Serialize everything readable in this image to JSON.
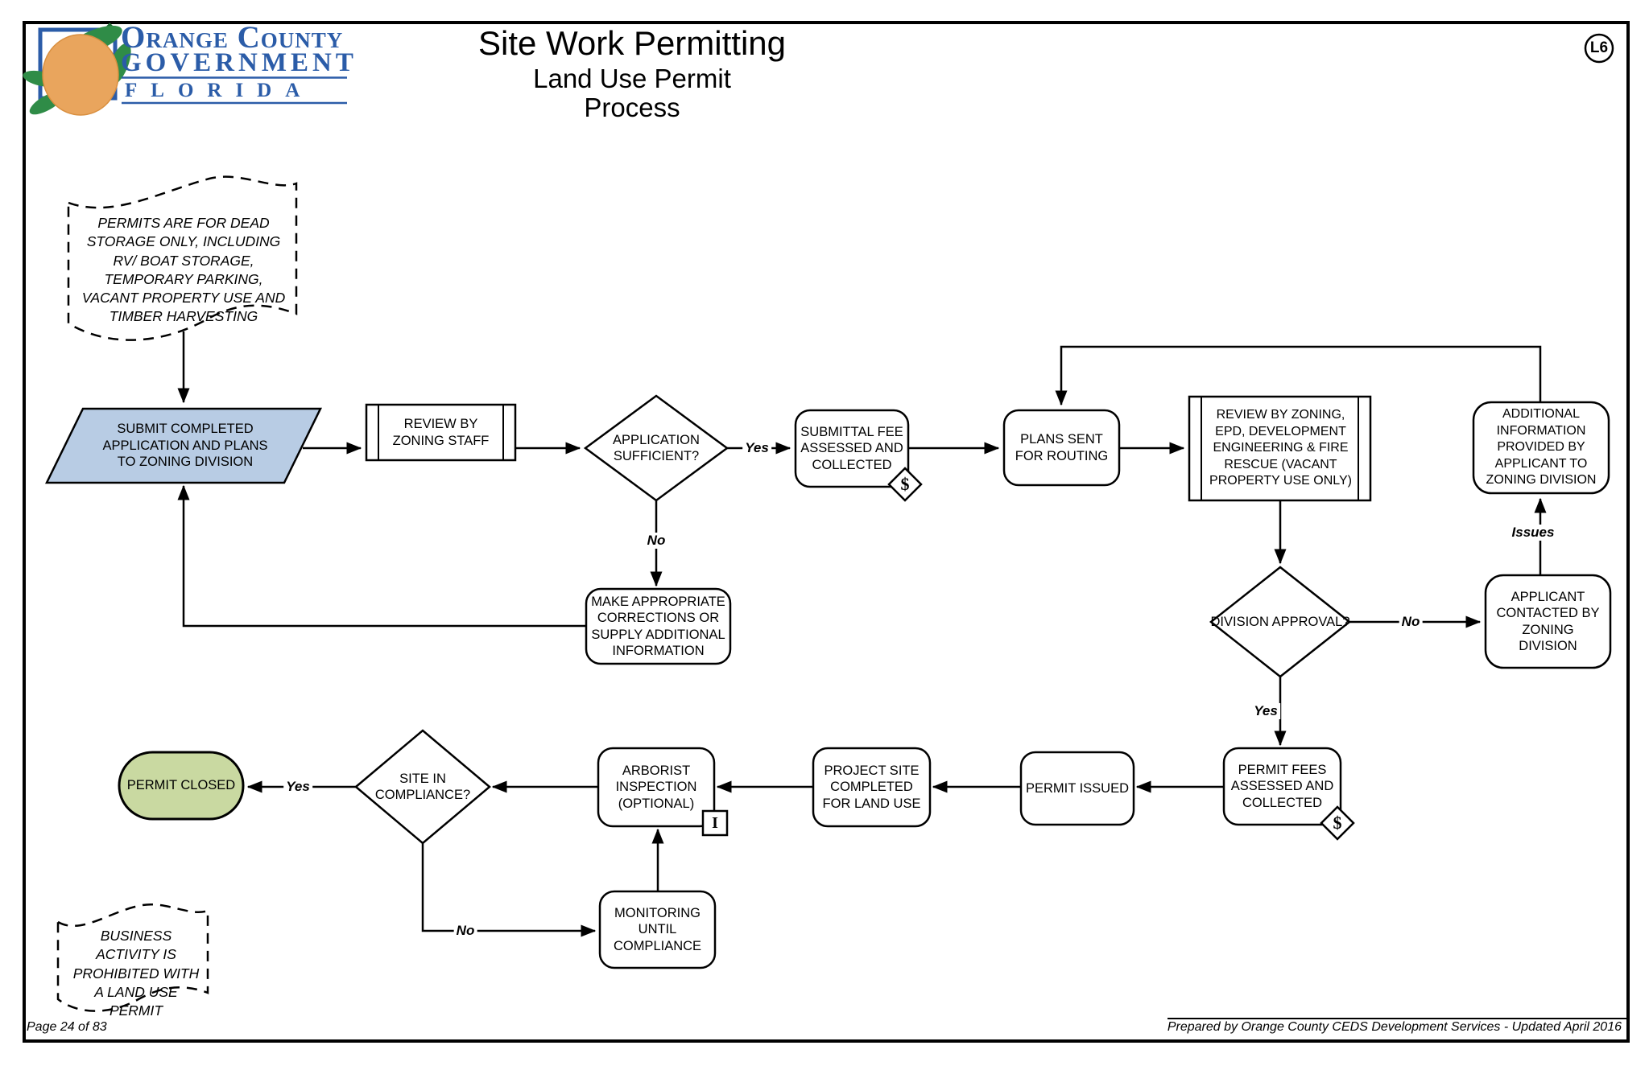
{
  "header": {
    "logo": {
      "line1": "Orange County",
      "line2": "GOVERNMENT",
      "line3": "FLORIDA"
    },
    "title": "Site Work Permitting",
    "subtitle": "Land Use Permit",
    "subtitle2": "Process",
    "sheet_ref": "L6"
  },
  "annotations": {
    "top_note": "PERMITS ARE FOR DEAD STORAGE ONLY, INCLUDING RV/ BOAT STORAGE, TEMPORARY PARKING, VACANT PROPERTY USE AND TIMBER HARVESTING",
    "bottom_note": "BUSINESS ACTIVITY IS PROHIBITED WITH A LAND USE PERMIT"
  },
  "nodes": {
    "submit_application": {
      "label": "SUBMIT COMPLETED APPLICATION AND PLANS TO ZONING DIVISION",
      "type": "input"
    },
    "review_staff": {
      "label": "REVIEW BY ZONING STAFF",
      "type": "predefined-process"
    },
    "application_sufficient": {
      "label": "APPLICATION SUFFICIENT?",
      "type": "decision"
    },
    "submittal_fee": {
      "label": "SUBMITTAL FEE ASSESSED AND COLLECTED",
      "badge": "$"
    },
    "plans_routing": {
      "label": "PLANS SENT FOR ROUTING"
    },
    "review_epd": {
      "label": "REVIEW BY ZONING, EPD, DEVELOPMENT ENGINEERING & FIRE RESCUE (VACANT PROPERTY USE ONLY)",
      "type": "predefined-process"
    },
    "additional_info": {
      "label": "ADDITIONAL INFORMATION PROVIDED BY APPLICANT TO ZONING DIVISION"
    },
    "division_approval": {
      "label": "DIVISION APPROVAL?",
      "type": "decision"
    },
    "applicant_contacted": {
      "label": "APPLICANT CONTACTED BY ZONING DIVISION"
    },
    "corrections": {
      "label": "MAKE APPROPRIATE CORRECTIONS OR SUPPLY ADDITIONAL INFORMATION"
    },
    "permit_fees": {
      "label": "PERMIT FEES ASSESSED AND COLLECTED",
      "badge": "$"
    },
    "permit_issued": {
      "label": "PERMIT ISSUED"
    },
    "project_site": {
      "label": "PROJECT SITE COMPLETED FOR LAND USE"
    },
    "arborist": {
      "label": "ARBORIST INSPECTION (OPTIONAL)",
      "badge": "I"
    },
    "site_compliance": {
      "label": "SITE IN COMPLIANCE?",
      "type": "decision"
    },
    "permit_closed": {
      "label": "PERMIT CLOSED",
      "type": "terminator"
    },
    "monitoring": {
      "label": "MONITORING UNTIL COMPLIANCE"
    }
  },
  "edge_labels": {
    "sufficient_yes": "Yes",
    "sufficient_no": "No",
    "approval_no": "No",
    "approval_yes": "Yes",
    "issues": "Issues",
    "compliance_yes": "Yes",
    "compliance_no": "No"
  },
  "footer": {
    "left": "Page 24 of 83",
    "right": "Prepared by Orange County CEDS Development Services - Updated April 2016"
  },
  "colors": {
    "input_fill": "#b8cce4",
    "terminator_fill": "#c9d9a1",
    "logo_blue": "#2b5ca8",
    "leaf_green": "#2f8c47",
    "orange_fill": "#e9a55d",
    "line": "#000000"
  }
}
